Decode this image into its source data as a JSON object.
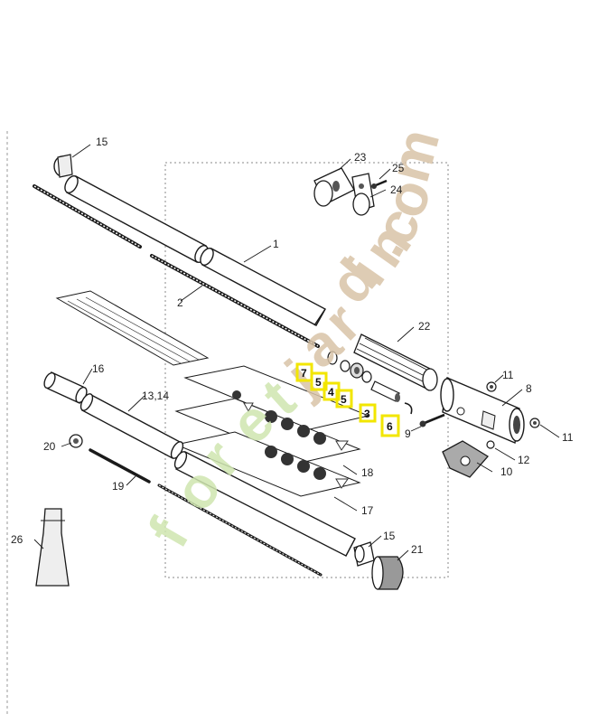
{
  "diagram": {
    "labels": {
      "p1": "1",
      "p2": "2",
      "p3": "3",
      "p4": "4",
      "p5a": "5",
      "p5b": "5",
      "p6": "6",
      "p7": "7",
      "p8": "8",
      "p9": "9",
      "p10": "10",
      "p11a": "11",
      "p11b": "11",
      "p12": "12",
      "p13_14": "13,14",
      "p15a": "15",
      "p15b": "15",
      "p16": "16",
      "p17": "17",
      "p18": "18",
      "p19": "19",
      "p20": "20",
      "p21": "21",
      "p22": "22",
      "p23": "23",
      "p24": "24",
      "p25": "25",
      "p26": "26"
    },
    "highlighted_parts": [
      "7",
      "5",
      "4",
      "5",
      "3",
      "6"
    ],
    "highlight_color": "#f2e600"
  },
  "watermark": {
    "letters_green": [
      "f",
      "o",
      "r",
      "e",
      "t"
    ],
    "letters_brown": [
      "j",
      "a",
      "r",
      "d",
      "i",
      "n",
      ".",
      "c",
      "o",
      "m"
    ],
    "color_green": "#cfe6b0",
    "color_brown": "#d9c4a8"
  },
  "colors": {
    "line": "#1a1a1a",
    "part_fill": "#ffffff",
    "shade": "#d8d8d8",
    "dark": "#3a3a3a"
  }
}
